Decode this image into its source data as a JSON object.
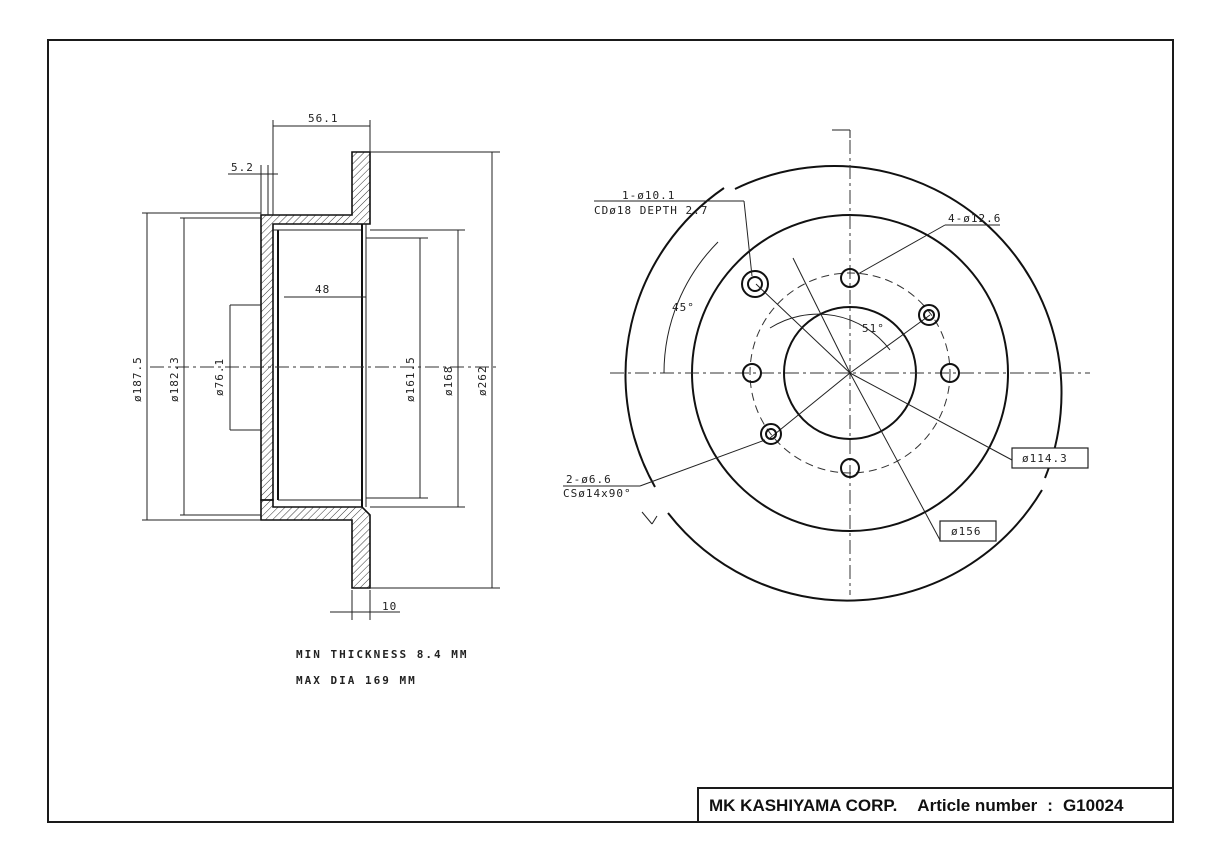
{
  "side_view": {
    "dims": {
      "d56_1": "56.1",
      "d5_2": "5.2",
      "d48": "48",
      "d10": "10",
      "phi187_5": "ø187.5",
      "phi182_3": "ø182.3",
      "phi76_1": "ø76.1",
      "phi161_5": "ø161.5",
      "phi168": "ø168",
      "phi262": "ø262"
    }
  },
  "front_view": {
    "callouts": {
      "hole1_line1": "1-ø10.1",
      "hole1_line2": "CDø18 DEPTH 2.7",
      "holes4": "4-ø12.6",
      "holes2_line1": "2-ø6.6",
      "holes2_line2": "CSø14x90°",
      "angle45": "45°",
      "angle51": "51°",
      "pcd114": "ø114.3",
      "pcd156": "ø156"
    }
  },
  "notes": {
    "min_thickness": "MIN THICKNESS 8.4 MM",
    "max_dia": "MAX DIA 169 MM"
  },
  "title_block": {
    "company": "MK KASHIYAMA CORP.",
    "article_label": "Article number",
    "separator": ":",
    "article_number": "G10024"
  }
}
